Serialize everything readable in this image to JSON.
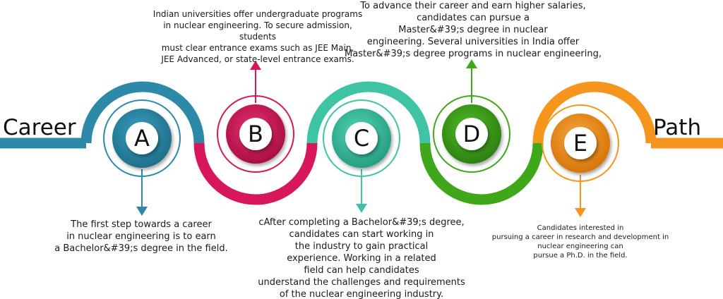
{
  "labels": {
    "left": "Career",
    "right": "Path"
  },
  "colors": {
    "a": "#2C8AA8",
    "b": "#D8175A",
    "c": "#3EC4A4",
    "d": "#3FA719",
    "e": "#F5951E"
  },
  "stages": [
    {
      "letter": "A",
      "text": "The first step towards a career\nin nuclear engineering is to earn\na Bachelor&#39;s degree in the field."
    },
    {
      "letter": "B",
      "text": "Indian universities offer undergraduate programs\nin nuclear engineering. To secure admission, students\nmust clear entrance exams such as JEE Main,\nJEE Advanced, or state-level entrance exams."
    },
    {
      "letter": "C",
      "text": "cAfter completing a Bachelor&#39;s degree,\ncandidates can start working in\nthe industry to gain practical\nexperience. Working in a related\nfield can help candidates\nunderstand the challenges and requirements\nof the nuclear engineering industry."
    },
    {
      "letter": "D",
      "text": "To advance their career and earn higher salaries,\ncandidates can pursue a\nMaster&#39;s degree in nuclear\nengineering. Several universities in India offer\nMaster&#39;s degree programs in nuclear engineering,"
    },
    {
      "letter": "E",
      "text": "Candidates interested in\npursuing a career in research and development in\nnuclear engineering can\npursue a Ph.D. in the field."
    }
  ]
}
